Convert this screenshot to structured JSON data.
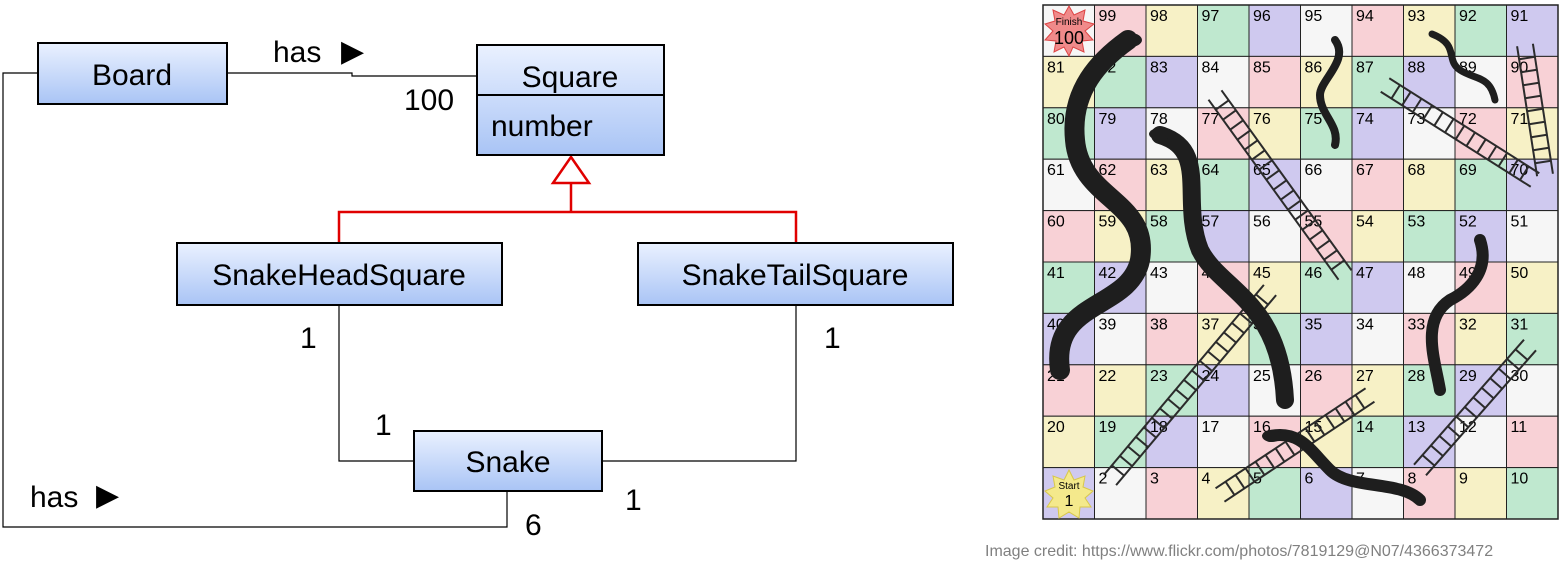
{
  "uml": {
    "classes": {
      "board": "Board",
      "square": "Square",
      "square_attr": "number",
      "snake_head_square": "SnakeHeadSquare",
      "snake_tail_square": "SnakeTailSquare",
      "snake": "Snake"
    },
    "associations": {
      "board_square_label": "has",
      "board_square_mult": "100",
      "board_snake_label": "has",
      "board_snake_mult": "6",
      "head_mult_top": "1",
      "head_mult_snake": "1",
      "tail_mult_top": "1",
      "tail_mult_snake": "1"
    },
    "arrow_glyph": "▶"
  },
  "board_game": {
    "finish_label": "Finish",
    "finish_number": "100",
    "start_label": "Start",
    "start_number": "1",
    "colors": [
      "#f6f6f6",
      "#bfe8cf",
      "#f8d1d6",
      "#cfc9ef",
      "#f7f1c6"
    ],
    "snake_color": "#1e1e1e",
    "ladder_color": "#2b2b2b"
  },
  "credit": "Image credit: https://www.flickr.com/photos/7819129@N07/4366373472"
}
